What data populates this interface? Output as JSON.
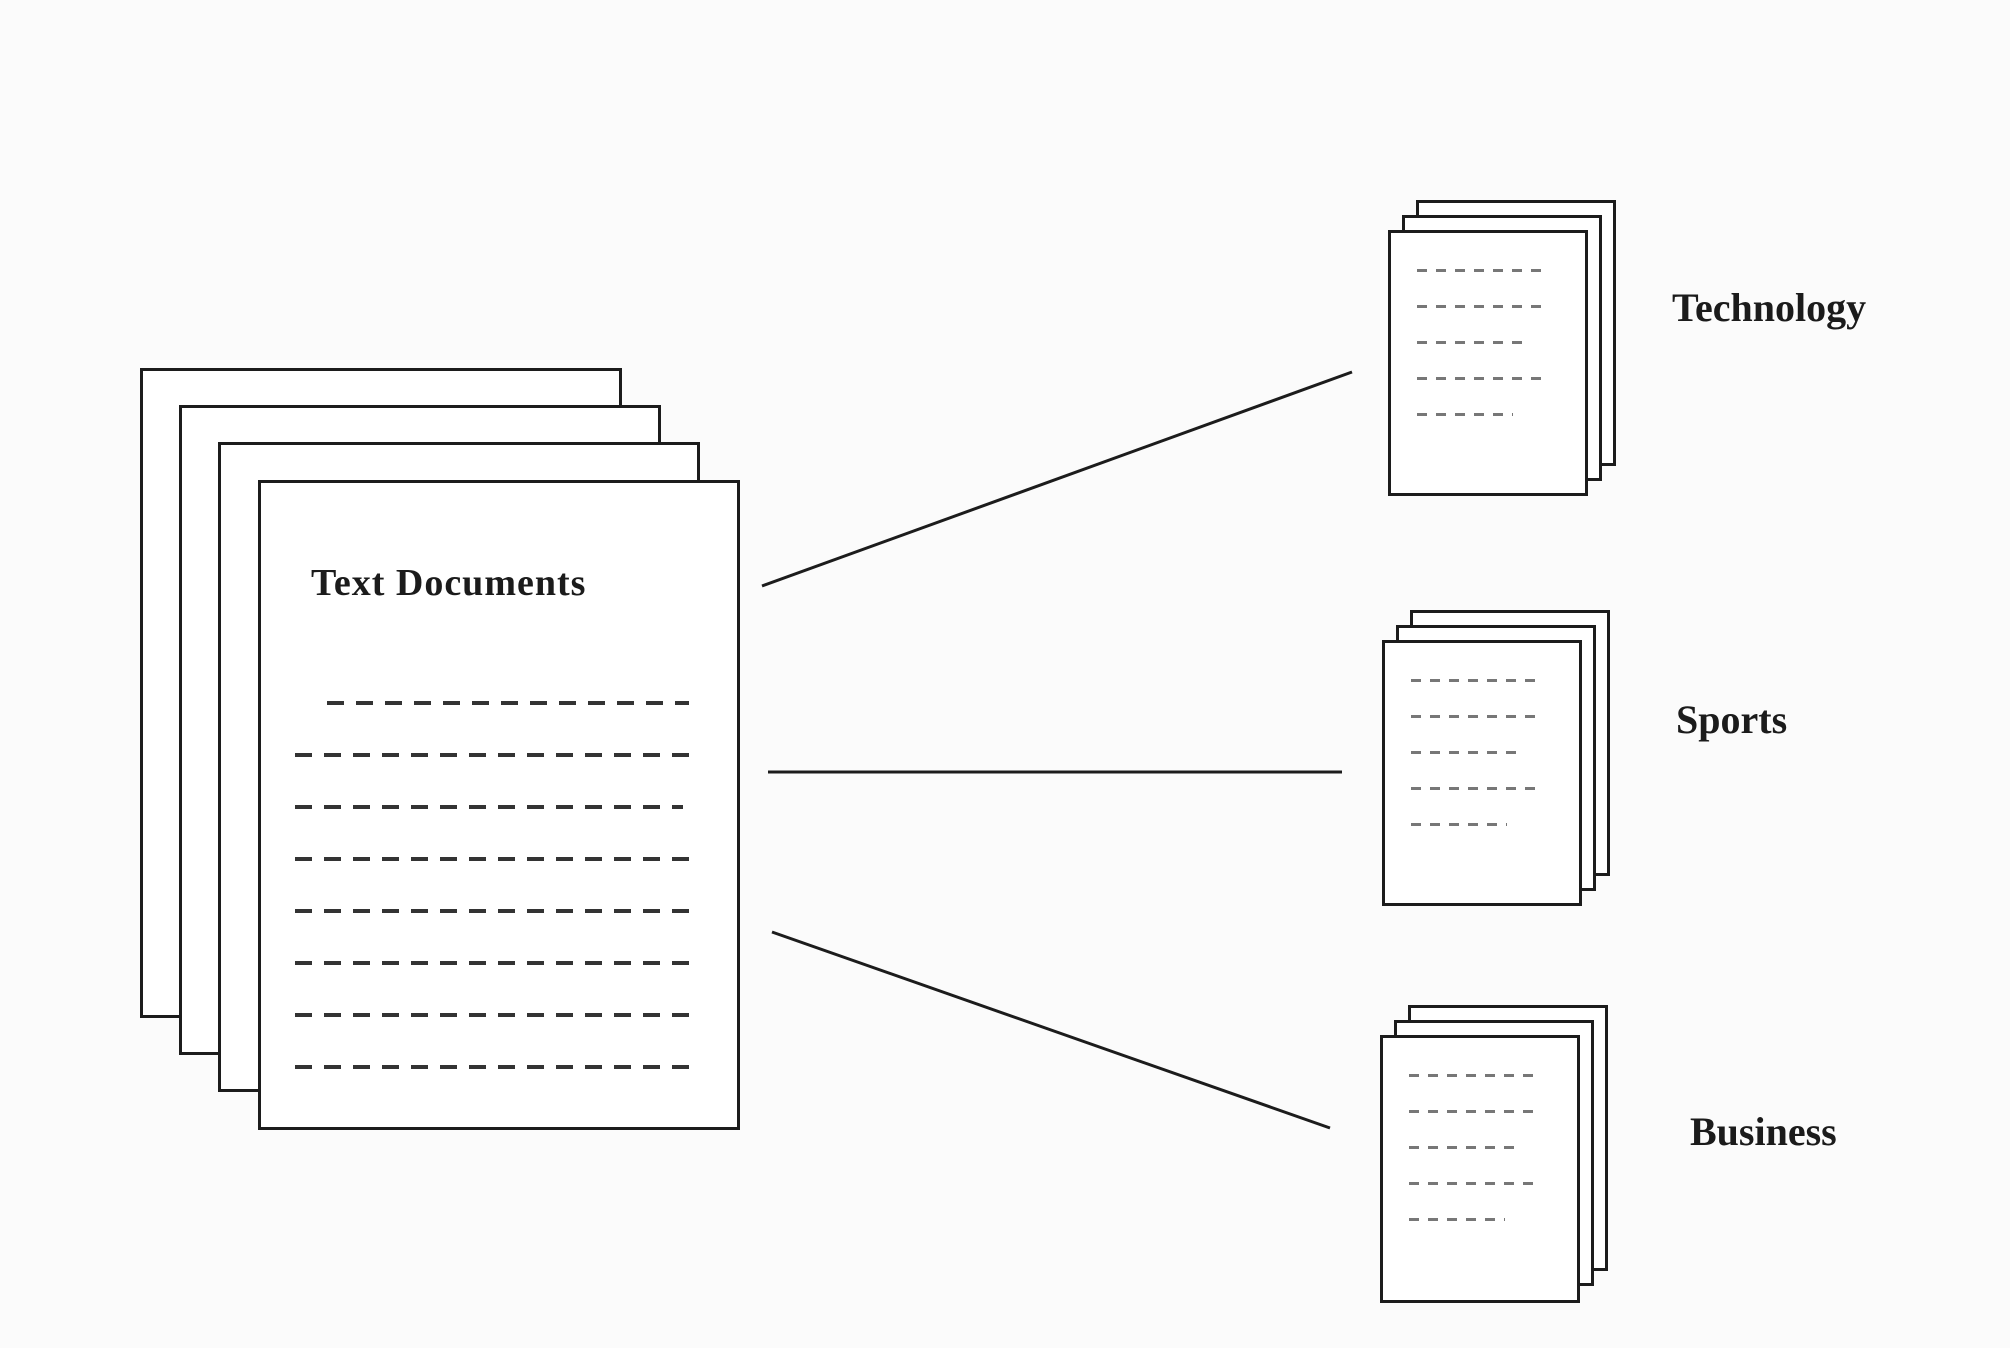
{
  "diagram": {
    "background_color": "#fbfbfb",
    "stroke_color": "#1c1c1c",
    "source": {
      "title": "Text Documents",
      "page_count": 4,
      "text_line_count": 8
    },
    "categories": [
      {
        "label": "Technology",
        "page_count": 3,
        "text_line_count": 5
      },
      {
        "label": "Sports",
        "page_count": 3,
        "text_line_count": 5
      },
      {
        "label": "Business",
        "page_count": 3,
        "text_line_count": 5
      }
    ]
  }
}
